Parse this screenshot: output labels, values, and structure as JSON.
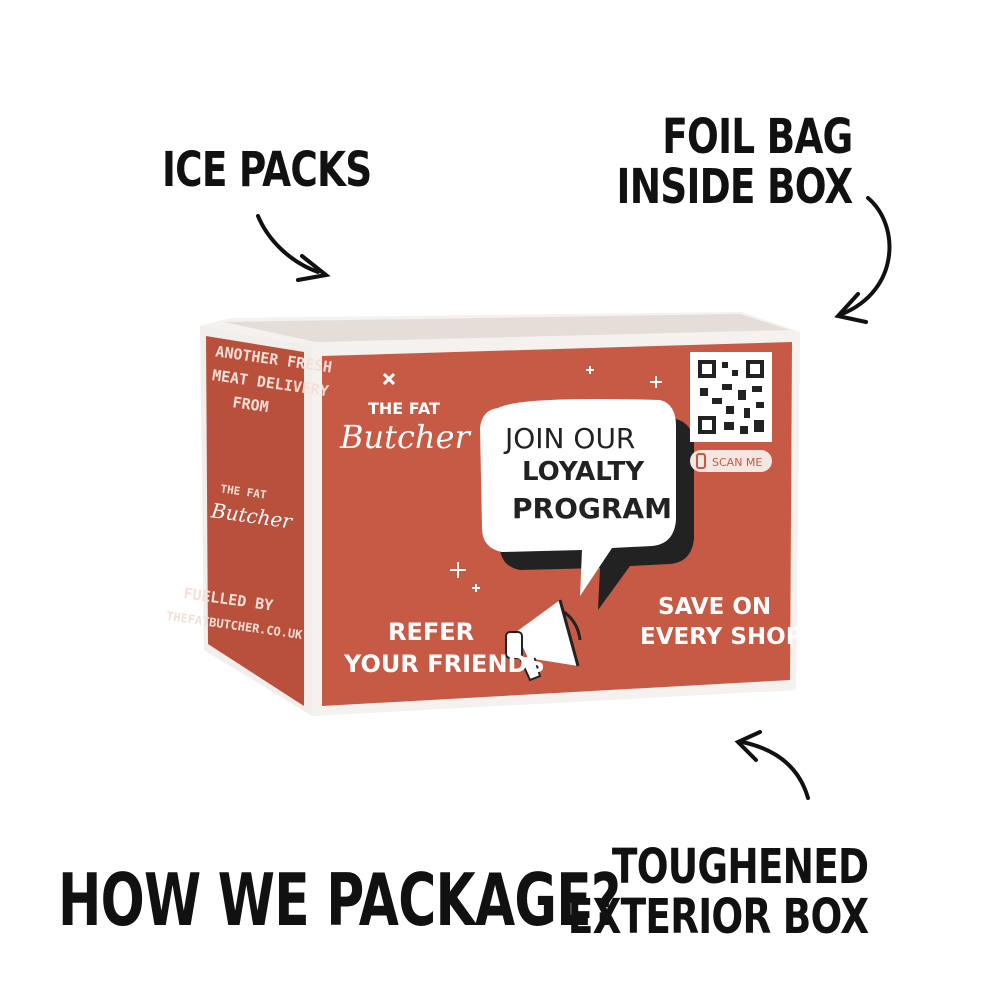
{
  "callouts": {
    "ice_packs": "ICE PACKS",
    "foil_bag_line1": "FOIL BAG",
    "foil_bag_line2": "INSIDE BOX",
    "exterior_line1": "TOUGHENED",
    "exterior_line2": "EXTERIOR BOX"
  },
  "headline": "HOW WE PACKAGE?",
  "box": {
    "brand_top": "THE FAT",
    "brand_script": "Butcher",
    "bubble_line1": "JOIN OUR",
    "bubble_line2": "LOYALTY",
    "bubble_line3": "PROGRAM",
    "scan_label": "SCAN ME",
    "refer_line1": "REFER",
    "refer_line2": "YOUR FRIENDS",
    "save_line1": "SAVE ON",
    "save_line2": "EVERY SHOP",
    "side_line1": "ANOTHER FRESH",
    "side_line2": "MEAT DELIVERY",
    "side_line3": "FROM",
    "side_brand_top": "THE FAT",
    "side_brand_script": "Butcher",
    "side_fuelled": "FUELLED BY",
    "side_url": "THEFATBUTCHER.CO.UK"
  },
  "colors": {
    "box_red": "#c65a45",
    "box_side": "#b9503c",
    "edge": "#f4f1ef",
    "ink": "#111111"
  }
}
